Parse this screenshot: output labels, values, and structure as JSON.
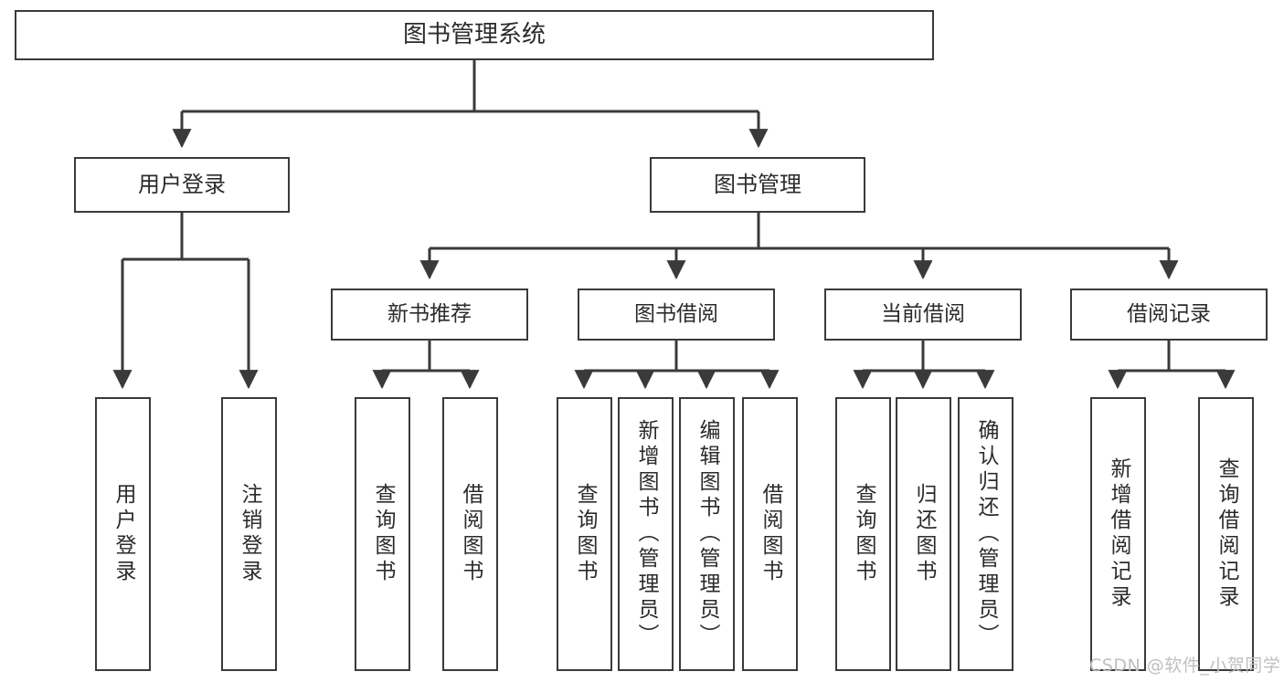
{
  "diagram": {
    "type": "tree",
    "title": "图书管理系统",
    "watermark": "CSDN @软件_小贺同学",
    "colors": {
      "background": "#ffffff",
      "box_border": "#3a3a3a",
      "box_fill": "#ffffff",
      "connector": "#3a3a3a",
      "text": "#2b2b2b",
      "watermark": "#bfbfbf"
    },
    "nodes": {
      "root": {
        "label": "图书管理系统"
      },
      "level1": [
        {
          "label": "用户登录"
        },
        {
          "label": "图书管理"
        }
      ],
      "level2": [
        {
          "label": "新书推荐"
        },
        {
          "label": "图书借阅"
        },
        {
          "label": "当前借阅"
        },
        {
          "label": "借阅记录"
        }
      ],
      "leaves": {
        "user_login": [
          {
            "label": "用户登录"
          },
          {
            "label": "注销登录"
          }
        ],
        "new_book_recommend": [
          {
            "label": "查询图书"
          },
          {
            "label": "借阅图书"
          }
        ],
        "book_borrow": [
          {
            "label": "查询图书"
          },
          {
            "label": "新增图书（管理员）"
          },
          {
            "label": "编辑图书（管理员）"
          },
          {
            "label": "借阅图书"
          }
        ],
        "current_borrow": [
          {
            "label": "查询图书"
          },
          {
            "label": "归还图书"
          },
          {
            "label": "确认归还（管理员）"
          }
        ],
        "borrow_record": [
          {
            "label": "新增借阅记录"
          },
          {
            "label": "查询借阅记录"
          }
        ]
      }
    }
  }
}
